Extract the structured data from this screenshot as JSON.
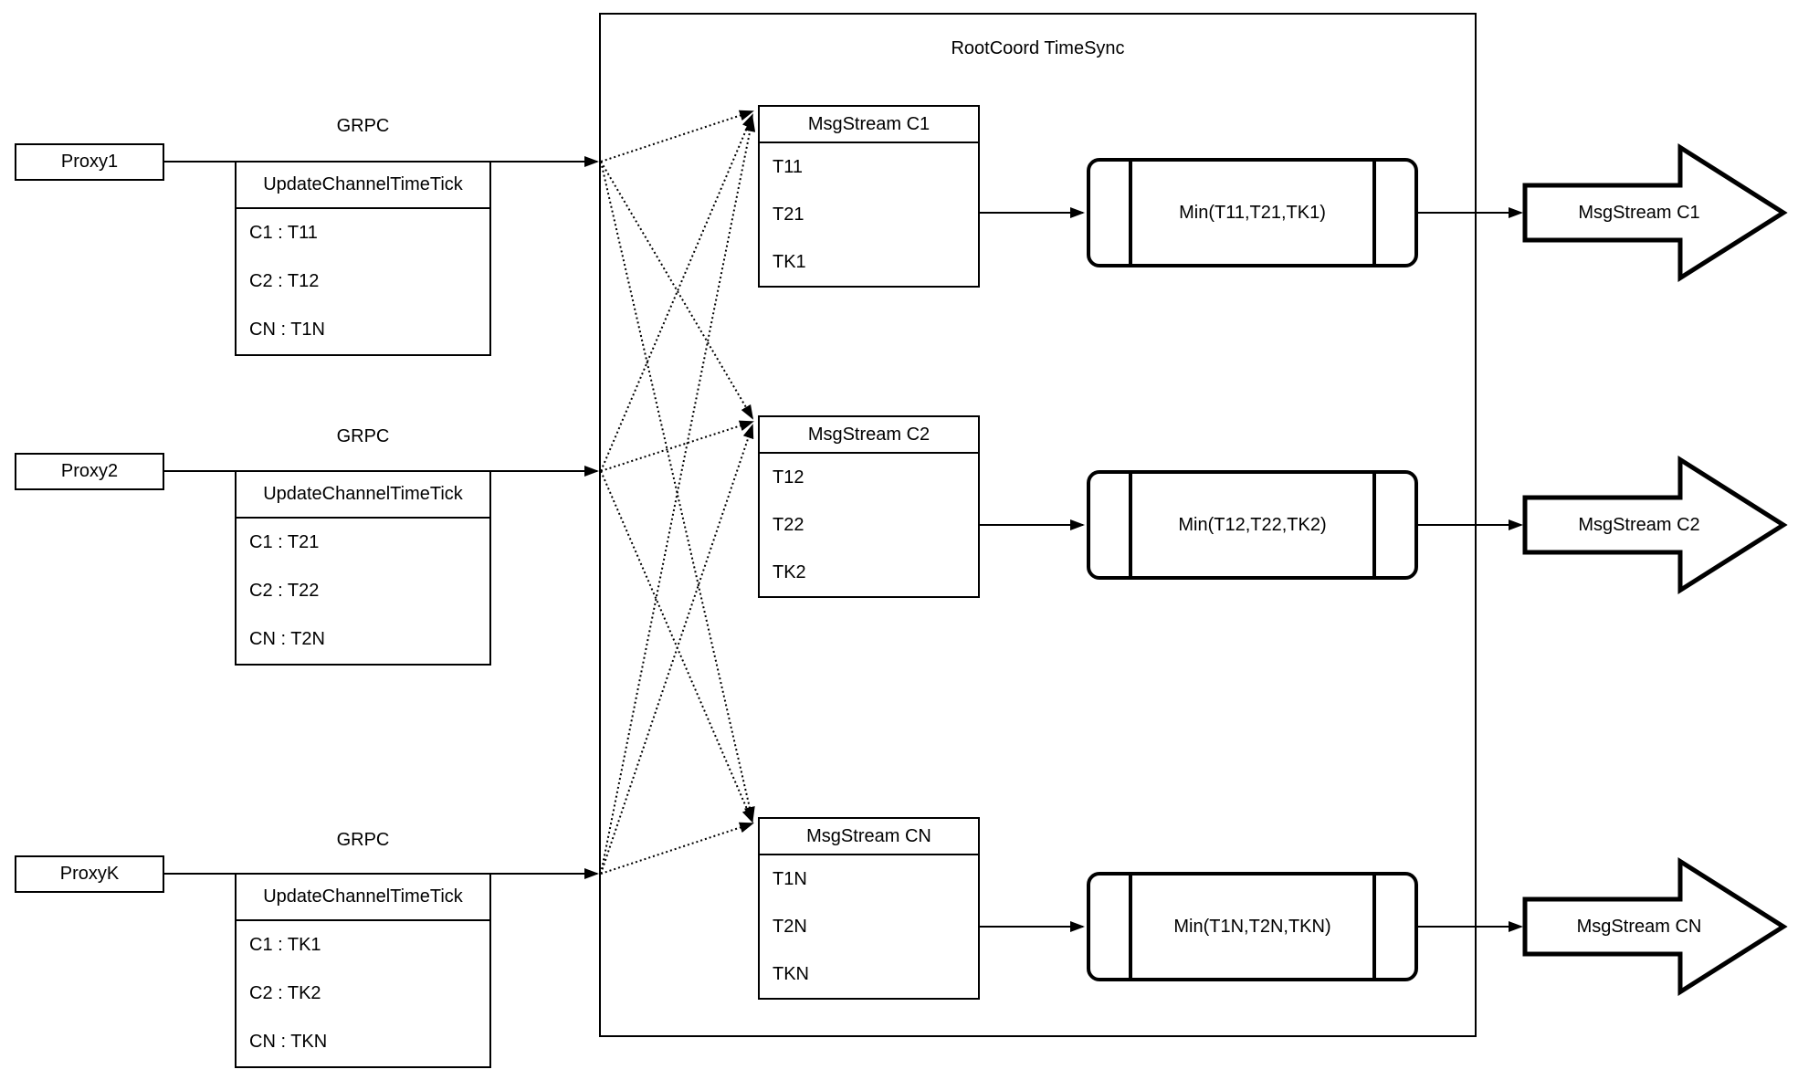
{
  "diagram_title": "RootCoord TimeSync",
  "grpc_label": "GRPC",
  "proxies": [
    {
      "name": "Proxy1",
      "table_header": "UpdateChannelTimeTick",
      "rows": [
        "C1 :  T11",
        "C2 :  T12",
        "CN : T1N"
      ]
    },
    {
      "name": "Proxy2",
      "table_header": "UpdateChannelTimeTick",
      "rows": [
        "C1 :  T21",
        "C2 :  T22",
        "CN : T2N"
      ]
    },
    {
      "name": "ProxyK",
      "table_header": "UpdateChannelTimeTick",
      "rows": [
        "C1 :  TK1",
        "C2 :  TK2",
        "CN : TKN"
      ]
    }
  ],
  "streams": [
    {
      "header": "MsgStream C1",
      "rows": [
        "T11",
        "T21",
        "TK1"
      ],
      "min_label": "Min(T11,T21,TK1)",
      "output_label": "MsgStream C1"
    },
    {
      "header": "MsgStream C2",
      "rows": [
        "T12",
        "T22",
        "TK2"
      ],
      "min_label": "Min(T12,T22,TK2)",
      "output_label": "MsgStream C2"
    },
    {
      "header": "MsgStream CN",
      "rows": [
        "T1N",
        "T2N",
        "TKN"
      ],
      "min_label": "Min(T1N,T2N,TKN)",
      "output_label": "MsgStream CN"
    }
  ],
  "colors": {
    "line": "#000000",
    "fill": "#ffffff"
  }
}
